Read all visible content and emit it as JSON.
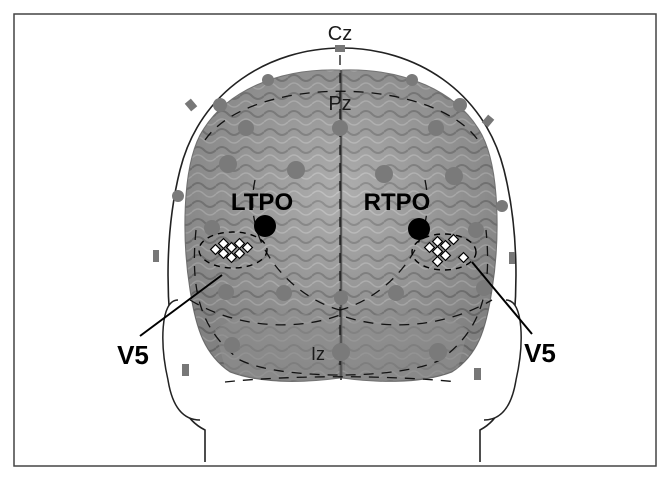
{
  "electrodes": {
    "cz": "Cz",
    "pz": "Pz",
    "iz": "Iz"
  },
  "regions": {
    "left": "LTPO",
    "right": "RTPO"
  },
  "v5": {
    "left": "V5",
    "right": "V5"
  },
  "colors": {
    "brain": "#9a9a9a",
    "electrode": "#7a7a7a",
    "outline": "#000000"
  }
}
